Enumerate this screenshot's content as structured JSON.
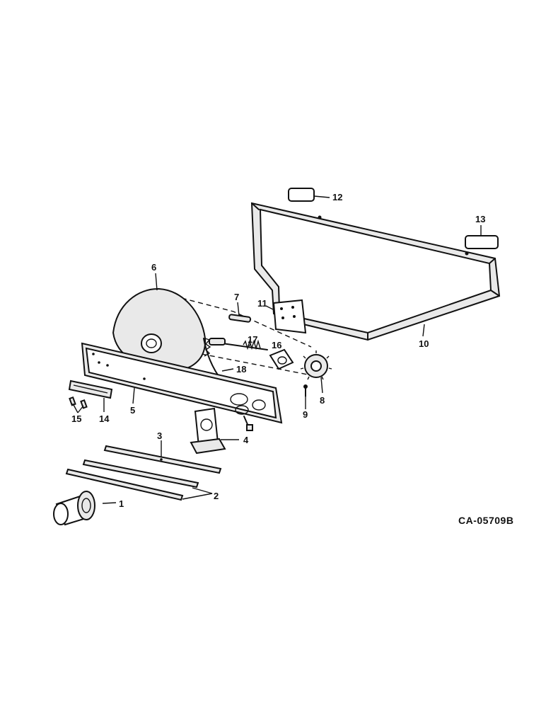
{
  "callouts": [
    "1",
    "2",
    "3",
    "4",
    "5",
    "6",
    "7",
    "8",
    "9",
    "10",
    "11",
    "12",
    "13",
    "14",
    "15",
    "16",
    "17",
    "18"
  ],
  "drawing_code": "CA-05709B"
}
